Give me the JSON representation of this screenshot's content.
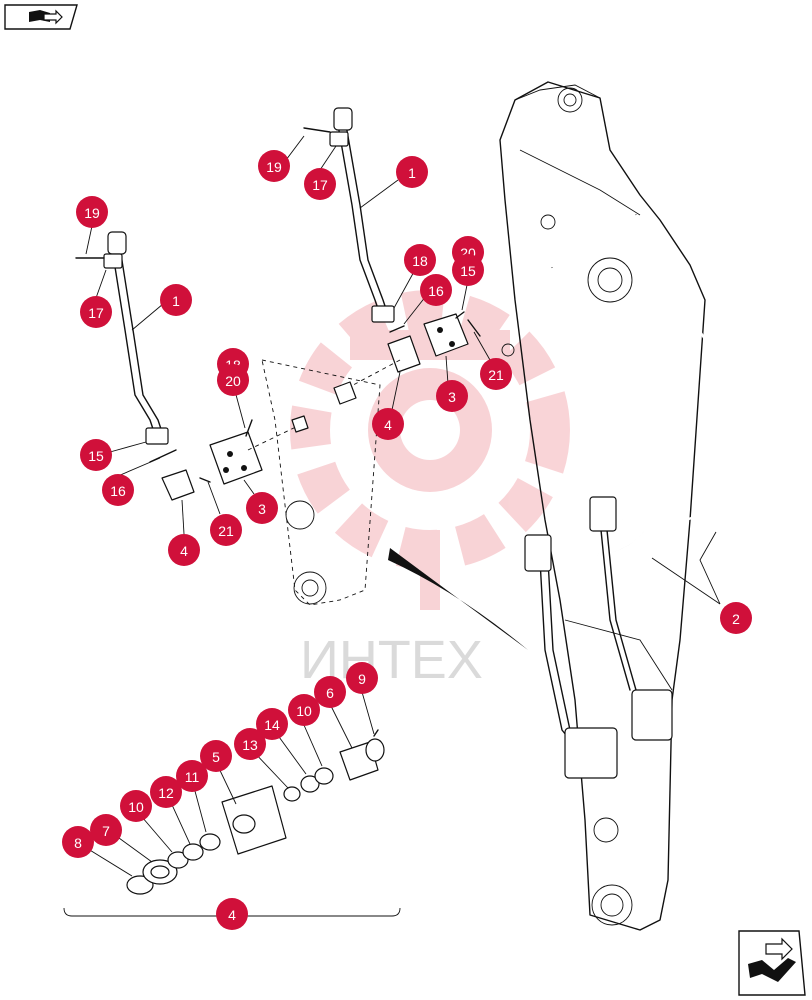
{
  "navigation": {
    "prev_icon": "book-arrow-icon",
    "next_icon": "page-turn-arrow-icon"
  },
  "watermark": {
    "text": "ИНТЕХ",
    "color": "#e23a4a"
  },
  "accent_color": "#d0103a",
  "callouts": [
    {
      "id": "c1",
      "label": "19"
    },
    {
      "id": "c2",
      "label": "17"
    },
    {
      "id": "c3",
      "label": "1"
    },
    {
      "id": "c4",
      "label": "15"
    },
    {
      "id": "c5",
      "label": "18"
    },
    {
      "id": "c6",
      "label": "20"
    },
    {
      "id": "c7",
      "label": "16"
    },
    {
      "id": "c8",
      "label": "21"
    },
    {
      "id": "c9",
      "label": "3"
    },
    {
      "id": "c10",
      "label": "4"
    },
    {
      "id": "c11",
      "label": "2"
    },
    {
      "id": "c12",
      "label": "19"
    },
    {
      "id": "c13",
      "label": "17"
    },
    {
      "id": "c14",
      "label": "1"
    },
    {
      "id": "c15",
      "label": "18"
    },
    {
      "id": "c16",
      "label": "20"
    },
    {
      "id": "c17",
      "label": "15"
    },
    {
      "id": "c18",
      "label": "16"
    },
    {
      "id": "c19",
      "label": "21"
    },
    {
      "id": "c20",
      "label": "3"
    },
    {
      "id": "c21",
      "label": "4"
    },
    {
      "id": "c22",
      "label": "9"
    },
    {
      "id": "c23",
      "label": "6"
    },
    {
      "id": "c24",
      "label": "10"
    },
    {
      "id": "c25",
      "label": "14"
    },
    {
      "id": "c26",
      "label": "13"
    },
    {
      "id": "c27",
      "label": "5"
    },
    {
      "id": "c28",
      "label": "11"
    },
    {
      "id": "c29",
      "label": "12"
    },
    {
      "id": "c30",
      "label": "10"
    },
    {
      "id": "c31",
      "label": "7"
    },
    {
      "id": "c32",
      "label": "8"
    },
    {
      "id": "c33",
      "label": "4"
    }
  ]
}
